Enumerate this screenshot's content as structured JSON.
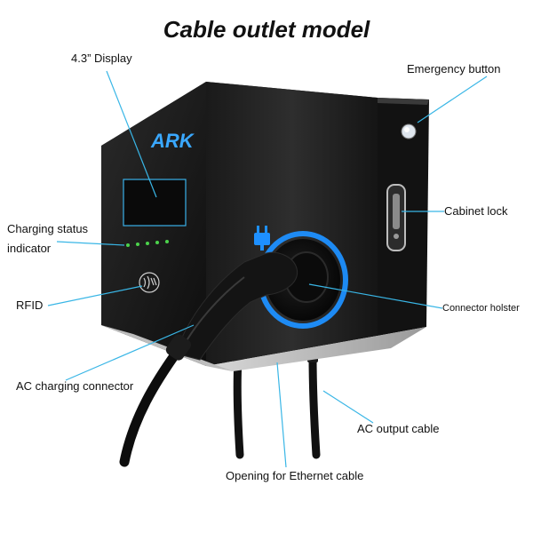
{
  "title": "Cable outlet model",
  "brand_logo": "ARK",
  "icons": {
    "rfid": "contactless-nfc-icon",
    "emergency": "emergency-button-icon",
    "plug": "plug-icon"
  },
  "colors": {
    "callout_line": "#39b6e6",
    "accent_ring": "#1e90ff",
    "status_led": "#4cd34c",
    "body": "#1a1a1a"
  },
  "labels": {
    "display": "4.3” Display",
    "emergency": "Emergency button",
    "charging_status_line1": "Charging status",
    "charging_status_line2": "indicator",
    "cabinet_lock": "Cabinet lock",
    "rfid": "RFID",
    "connector_holster": "Connector holster",
    "ac_charging_connector": "AC charging connector",
    "ac_output_cable": "AC output cable",
    "ethernet_opening": "Opening for Ethernet cable"
  }
}
